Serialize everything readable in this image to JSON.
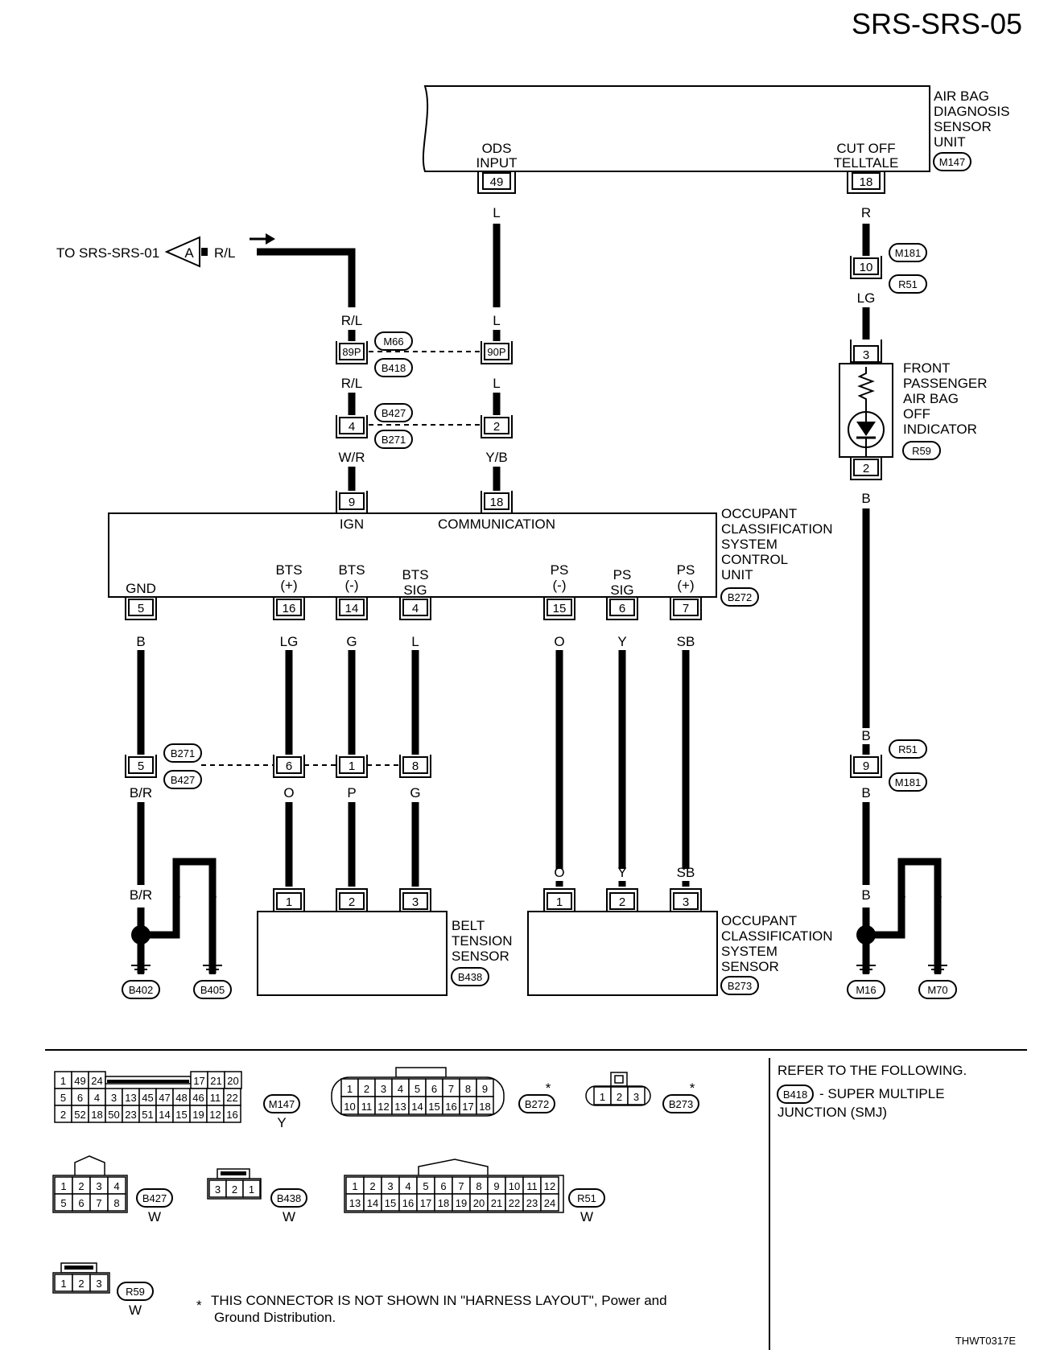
{
  "page_id": "SRS-SRS-05",
  "figure_id": "THWT0317E",
  "to_ref": {
    "text": "TO SRS-SRS-01",
    "letter": "A",
    "color": "R/L"
  },
  "diag_unit": {
    "name": [
      "AIR BAG",
      "DIAGNOSIS",
      "SENSOR",
      "UNIT"
    ],
    "connector": "M147",
    "pins": [
      {
        "id": "ods",
        "label": [
          "ODS",
          "INPUT"
        ],
        "pin": "49"
      },
      {
        "id": "cut",
        "label": [
          "CUT OFF",
          "TELLTALE"
        ],
        "pin": "18"
      }
    ]
  },
  "wire_colors": {
    "ods_top": "L",
    "ods_mid1": "L",
    "ods_mid2": "L",
    "ods_bot": "Y/B",
    "rl_top": "R/L",
    "rl_mid": "R/L",
    "rl_bot": "W/R",
    "cut_top": "R",
    "cut_mid": "LG",
    "ind_out": "B",
    "ind_b2": "B",
    "ind_b3": "B",
    "gnd_top": "B",
    "gnd_br1": "B/R",
    "gnd_br2": "B/R",
    "gnd_b1": "B",
    "gnd_b2": "B",
    "bts_plus": "LG",
    "bts_minus": "G",
    "bts_sig": "L",
    "bts_plus_low": "O",
    "bts_minus_low": "P",
    "bts_sig_low": "G",
    "ps_minus": "O",
    "ps_sig": "Y",
    "ps_plus": "SB",
    "ps_minus_low": "O",
    "ps_sig_low": "Y",
    "ps_plus_low": "SB",
    "right_b1": "B",
    "right_b2": "B"
  },
  "joints": {
    "j89": {
      "pin": "89P",
      "tags": [
        "M66",
        "B418"
      ]
    },
    "j90": {
      "pin": "90P"
    },
    "j4": {
      "pin": "4",
      "tags": [
        "B427",
        "B271"
      ]
    },
    "j2": {
      "pin": "2"
    },
    "j10": {
      "pin": "10",
      "tags": [
        "M181",
        "R51"
      ]
    },
    "j5": {
      "pin": "5",
      "tags": [
        "B271",
        "B427"
      ]
    },
    "j6": {
      "pin": "6"
    },
    "j1": {
      "pin": "1"
    },
    "j8": {
      "pin": "8"
    },
    "j9": {
      "pin": "9",
      "tags": [
        "R51",
        "M181"
      ]
    }
  },
  "indicator": {
    "name": [
      "FRONT",
      "PASSENGER",
      "AIR BAG",
      "OFF",
      "INDICATOR"
    ],
    "connector": "R59",
    "pin_top": "3",
    "pin_bottom": "2"
  },
  "ocs_unit": {
    "name": [
      "OCCUPANT",
      "CLASSIFICATION",
      "SYSTEM",
      "CONTROL",
      "UNIT"
    ],
    "connector": "B272",
    "top_pins": [
      {
        "label": "IGN",
        "pin": "9"
      },
      {
        "label": "COMMUNICATION",
        "pin": "18"
      }
    ],
    "bottom_pins": [
      {
        "label": [
          "GND"
        ],
        "pin": "5"
      },
      {
        "label": [
          "BTS",
          "(+)"
        ],
        "pin": "16"
      },
      {
        "label": [
          "BTS",
          "(-)"
        ],
        "pin": "14"
      },
      {
        "label": [
          "BTS",
          "SIG"
        ],
        "pin": "4"
      },
      {
        "label": [
          "PS",
          "(-)"
        ],
        "pin": "15"
      },
      {
        "label": [
          "PS",
          "SIG"
        ],
        "pin": "6"
      },
      {
        "label": [
          "PS",
          "(+)"
        ],
        "pin": "7"
      }
    ]
  },
  "belt_sensor": {
    "name": [
      "BELT",
      "TENSION",
      "SENSOR"
    ],
    "connector": "B438",
    "pins": [
      "1",
      "2",
      "3"
    ]
  },
  "ocs_sensor": {
    "name": [
      "OCCUPANT",
      "CLASSIFICATION",
      "SYSTEM",
      "SENSOR"
    ],
    "connector": "B273",
    "pins": [
      "1",
      "2",
      "3"
    ]
  },
  "grounds": [
    "B402",
    "B405",
    "M16",
    "M70"
  ],
  "connectors": {
    "m147": {
      "tag": "M147",
      "color": "Y",
      "rows": [
        [
          "1",
          "49",
          "24",
          "",
          "17",
          "21",
          "20"
        ],
        [
          "5",
          "6",
          "4",
          "3",
          "13",
          "45",
          "47",
          "48",
          "46",
          "11",
          "22"
        ],
        [
          "2",
          "52",
          "18",
          "50",
          "23",
          "51",
          "14",
          "15",
          "19",
          "12",
          "16"
        ]
      ]
    },
    "b272": {
      "tag": "B272",
      "rows": [
        [
          "1",
          "2",
          "3",
          "4",
          "5",
          "6",
          "7",
          "8",
          "9"
        ],
        [
          "10",
          "11",
          "12",
          "13",
          "14",
          "15",
          "16",
          "17",
          "18"
        ]
      ]
    },
    "b273": {
      "tag": "B273",
      "pins": [
        "1",
        "2",
        "3"
      ]
    },
    "b427": {
      "tag": "B427",
      "color": "W",
      "rows": [
        [
          "1",
          "2",
          "3",
          "4"
        ],
        [
          "5",
          "6",
          "7",
          "8"
        ]
      ]
    },
    "b438": {
      "tag": "B438",
      "color": "W",
      "pins": [
        "3",
        "2",
        "1"
      ]
    },
    "r51": {
      "tag": "R51",
      "color": "W",
      "rows": [
        [
          "1",
          "2",
          "3",
          "4",
          "5",
          "6",
          "7",
          "8",
          "9",
          "10",
          "11",
          "12"
        ],
        [
          "13",
          "14",
          "15",
          "16",
          "17",
          "18",
          "19",
          "20",
          "21",
          "22",
          "23",
          "24"
        ]
      ]
    },
    "r59": {
      "tag": "R59",
      "color": "W",
      "pins": [
        "1",
        "2",
        "3"
      ]
    }
  },
  "refer": {
    "heading": "REFER TO THE FOLLOWING.",
    "tag": "B418",
    "text1": "- SUPER MULTIPLE",
    "text2": "JUNCTION (SMJ)"
  },
  "footnote": {
    "star": "*",
    "line1": "THIS CONNECTOR IS NOT SHOWN IN \"HARNESS LAYOUT\", Power and",
    "line2": "Ground Distribution."
  }
}
